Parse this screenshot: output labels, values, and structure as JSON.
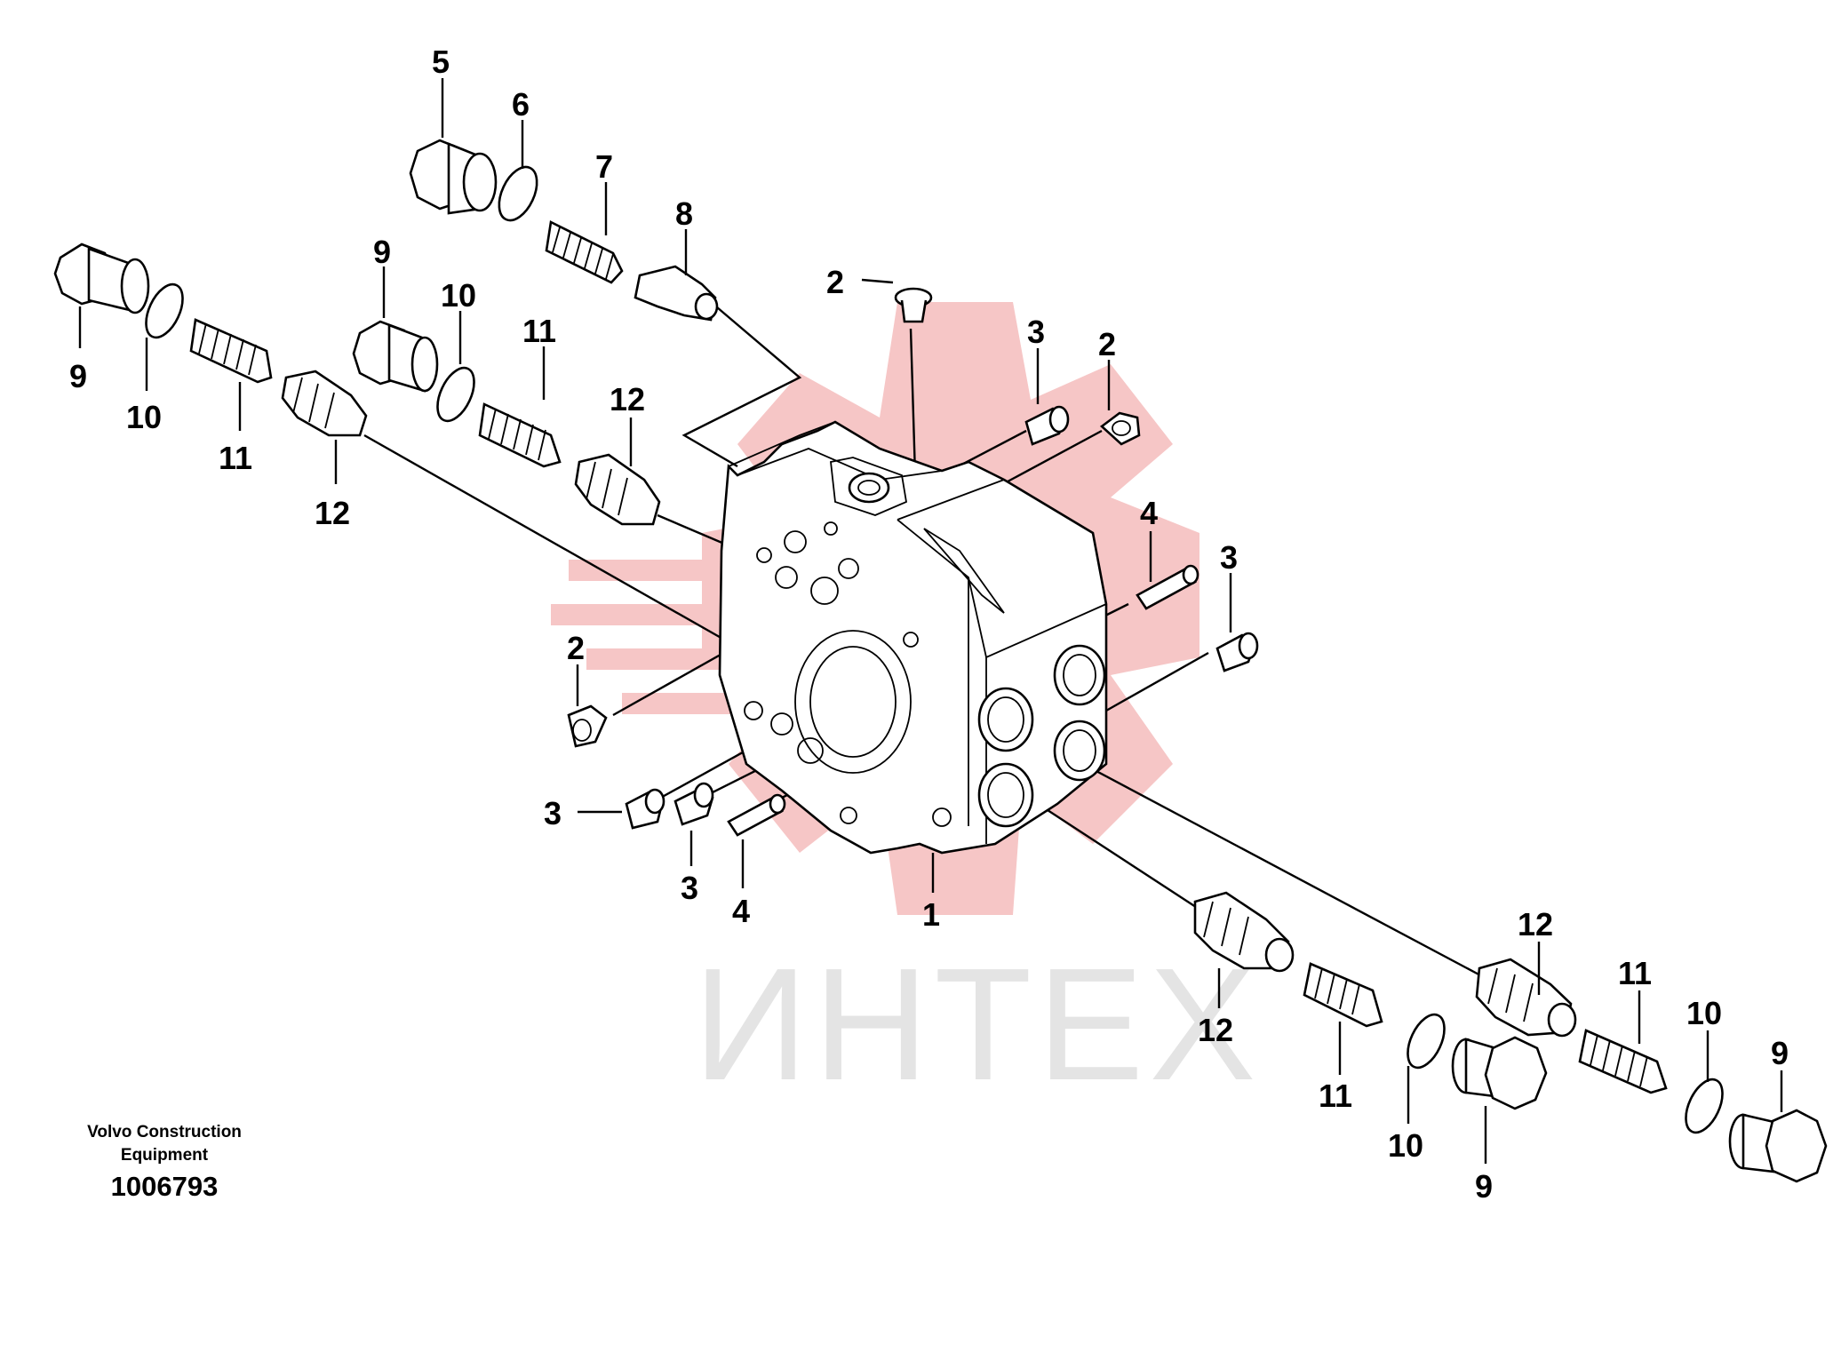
{
  "figure": {
    "manufacturer": "Volvo Construction Equipment",
    "drawing_number": "1006793",
    "watermark_text": "ИНТЕХ",
    "colors": {
      "watermark_gear": "#f6c6c6",
      "watermark_text": "#e4e4e4",
      "linework": "#000000"
    }
  },
  "callouts": [
    {
      "id": "c5",
      "label": "5"
    },
    {
      "id": "c6",
      "label": "6"
    },
    {
      "id": "c7",
      "label": "7"
    },
    {
      "id": "c8",
      "label": "8"
    },
    {
      "id": "c9a",
      "label": "9"
    },
    {
      "id": "c10a",
      "label": "10"
    },
    {
      "id": "c11a",
      "label": "11"
    },
    {
      "id": "c12a",
      "label": "12"
    },
    {
      "id": "c9b",
      "label": "9"
    },
    {
      "id": "c10b",
      "label": "10"
    },
    {
      "id": "c11b",
      "label": "11"
    },
    {
      "id": "c12b",
      "label": "12"
    },
    {
      "id": "c2a",
      "label": "2"
    },
    {
      "id": "c3a",
      "label": "3"
    },
    {
      "id": "c2b",
      "label": "2"
    },
    {
      "id": "c4a",
      "label": "4"
    },
    {
      "id": "c3b",
      "label": "3"
    },
    {
      "id": "c2c",
      "label": "2"
    },
    {
      "id": "c3c",
      "label": "3"
    },
    {
      "id": "c3d",
      "label": "3"
    },
    {
      "id": "c4b",
      "label": "4"
    },
    {
      "id": "c1",
      "label": "1"
    },
    {
      "id": "c12c",
      "label": "12"
    },
    {
      "id": "c11c",
      "label": "11"
    },
    {
      "id": "c10c",
      "label": "10"
    },
    {
      "id": "c9c",
      "label": "9"
    },
    {
      "id": "c12d",
      "label": "12"
    },
    {
      "id": "c11d",
      "label": "11"
    },
    {
      "id": "c10d",
      "label": "10"
    },
    {
      "id": "c9d",
      "label": "9"
    }
  ]
}
